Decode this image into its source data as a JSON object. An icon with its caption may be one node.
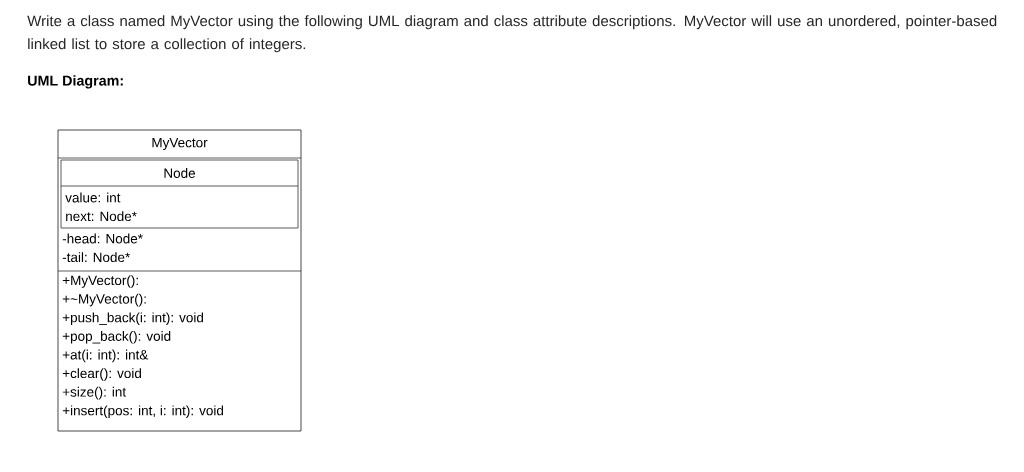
{
  "diagram": {
    "nodes": [
      {
        "text": [
          "MyVector",
          "-head: Node*",
          "-tail: Node*",
          "+MyVector():",
          "+~MyVector():",
          "+push_back(i: int): void",
          "+pop_back(): void",
          "+at(i: int): int&",
          "+clear(): void",
          "+size(): int",
          "+insert(pos: int, i: int): void"
        ]
      },
      {
        "text": [
          "Node",
          "value: int",
          "next: Node*"
        ],
        "in": 0
      }
    ],
    "labels": [
      "Write a class named MyVector using the following UML diagram and class attribute descriptions.  MyVector will use an unordered, pointer-based linked list to store a collection of integers.",
      "UML Diagram:"
    ]
  }
}
